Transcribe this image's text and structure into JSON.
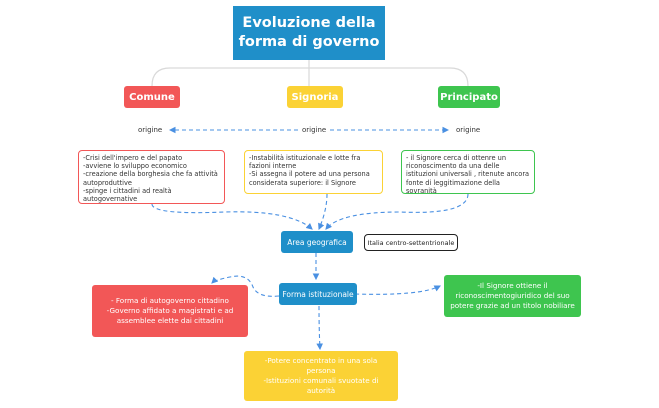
{
  "title": "Evoluzione della forma di governo",
  "branches": [
    {
      "label": "Comune",
      "color": "#f25757"
    },
    {
      "label": "Signoria",
      "color": "#fbd235"
    },
    {
      "label": "Principato",
      "color": "#3ec54f"
    }
  ],
  "origin_label": "origine",
  "cards": {
    "comune": "-Crisi dell'impero e del papato\n-avviene lo sviluppo economico\n-creazione della borghesia che fa attività autoproduttive\n-spinge i cittadini ad realtà autogovernative",
    "signoria": "-Instabilità istituzionale e lotte fra fazioni interne\n-Si assegna il potere ad una persona considerata superiore: il Signore",
    "principato": "- il Signore cerca di ottenre un riconoscimento da una delle istituzioni universali , ritenute ancora fonte di leggitimazione della sovranità"
  },
  "area_geografica": "Area geografica",
  "italia": "Italia centro-settentrionale",
  "forma_istituzionale": "Forma istituzionale",
  "notes": {
    "comune": "- Forma di autogoverno cittadino\n-Governo affidato a magistrati e ad assemblee elette dai cittadini",
    "principato": "-Il Signore ottiene il riconoscimentogiuridico del suo potere grazie ad un titolo nobiliare",
    "signoria": "-Potere concentrato in una sola persona\n-Istituzioni comunali svuotate di autorità"
  },
  "colors": {
    "blue": "#1f8fc9",
    "red": "#f25757",
    "yellow": "#fbd235",
    "green": "#3ec54f",
    "connector": "#4a90e2"
  }
}
